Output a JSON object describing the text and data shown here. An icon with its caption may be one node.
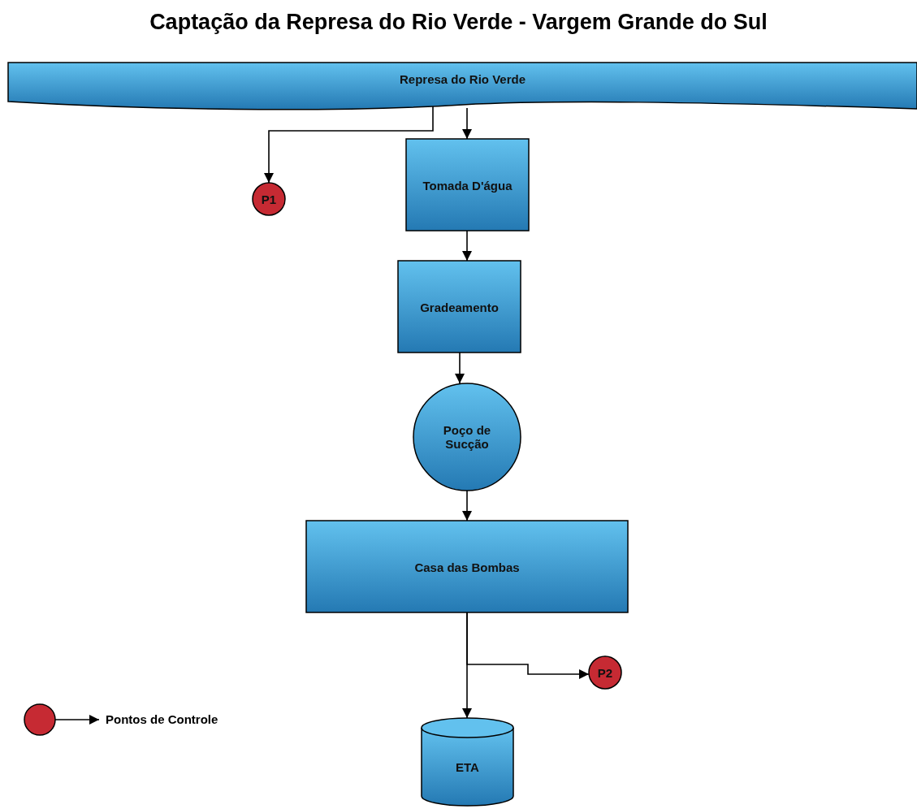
{
  "diagram": {
    "title": "Captação da Represa do Rio Verde - Vargem Grande do Sul",
    "nodes": [
      {
        "text": [
          "Represa do Rio Verde"
        ]
      },
      {
        "text": [
          "P1"
        ]
      },
      {
        "text": [
          "Tomada D'água"
        ]
      },
      {
        "text": [
          "Gradeamento"
        ]
      },
      {
        "text": [
          "Poço de Sucção"
        ]
      },
      {
        "text": [
          "Casa das Bombas"
        ]
      },
      {
        "text": [
          "P2"
        ]
      },
      {
        "text": [
          "ETA"
        ]
      }
    ],
    "edges": [
      {
        "from": 0,
        "to": 1,
        "arrow": "to"
      },
      {
        "from": 0,
        "to": 2,
        "arrow": "to"
      },
      {
        "from": 2,
        "to": 3,
        "arrow": "to"
      },
      {
        "from": 3,
        "to": 4,
        "arrow": "to"
      },
      {
        "from": 4,
        "to": 5,
        "arrow": "to"
      },
      {
        "from": 5,
        "to": 6,
        "arrow": "to"
      },
      {
        "from": 5,
        "to": 7,
        "arrow": "to"
      }
    ],
    "legend": [
      {
        "text": "Pontos de Controle"
      }
    ]
  }
}
